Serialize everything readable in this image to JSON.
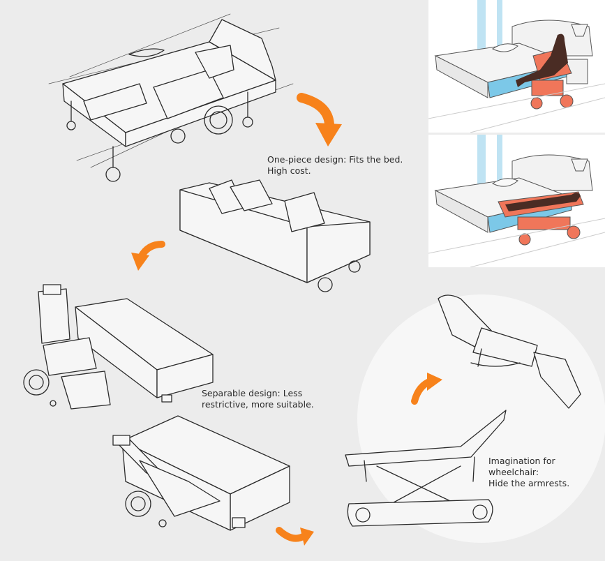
{
  "annotations": {
    "one_piece": "One-piece design: Fits the bed.\nHigh cost.",
    "separable": "Separable design: Less\nrestrictive, more suitable.",
    "wheelchair": "Imagination for wheelchair:\nHide the armrests."
  },
  "colors": {
    "arrow": "#f7821b",
    "accent_device": "#f0765a",
    "bed_blue": "#7cc8e8",
    "figure": "#4a2c24",
    "background": "#ececec",
    "glow": "#f7f7f7"
  },
  "icons": [
    "curved-arrow-icon",
    "wheelchair-sketch",
    "bed-sketch",
    "recliner-sketch"
  ]
}
